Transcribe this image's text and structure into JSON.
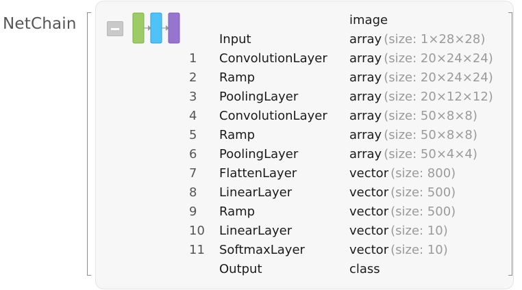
{
  "head": "NetChain",
  "header_type": "image",
  "icon_colors": [
    "#9ccc65",
    "#4fc3f7",
    "#9575cd"
  ],
  "rows": [
    {
      "num": "",
      "name": "Input",
      "type": "array",
      "size": "(size: 1×28×28)"
    },
    {
      "num": "1",
      "name": "ConvolutionLayer",
      "type": "array",
      "size": "(size: 20×24×24)"
    },
    {
      "num": "2",
      "name": "Ramp",
      "type": "array",
      "size": "(size: 20×24×24)"
    },
    {
      "num": "3",
      "name": "PoolingLayer",
      "type": "array",
      "size": "(size: 20×12×12)"
    },
    {
      "num": "4",
      "name": "ConvolutionLayer",
      "type": "array",
      "size": "(size: 50×8×8)"
    },
    {
      "num": "5",
      "name": "Ramp",
      "type": "array",
      "size": "(size: 50×8×8)"
    },
    {
      "num": "6",
      "name": "PoolingLayer",
      "type": "array",
      "size": "(size: 50×4×4)"
    },
    {
      "num": "7",
      "name": "FlattenLayer",
      "type": "vector",
      "size": "(size: 800)"
    },
    {
      "num": "8",
      "name": "LinearLayer",
      "type": "vector",
      "size": "(size: 500)"
    },
    {
      "num": "9",
      "name": "Ramp",
      "type": "vector",
      "size": "(size: 500)"
    },
    {
      "num": "10",
      "name": "LinearLayer",
      "type": "vector",
      "size": "(size: 10)"
    },
    {
      "num": "11",
      "name": "SoftmaxLayer",
      "type": "vector",
      "size": "(size: 10)"
    },
    {
      "num": "",
      "name": "Output",
      "type": "class",
      "size": ""
    }
  ]
}
